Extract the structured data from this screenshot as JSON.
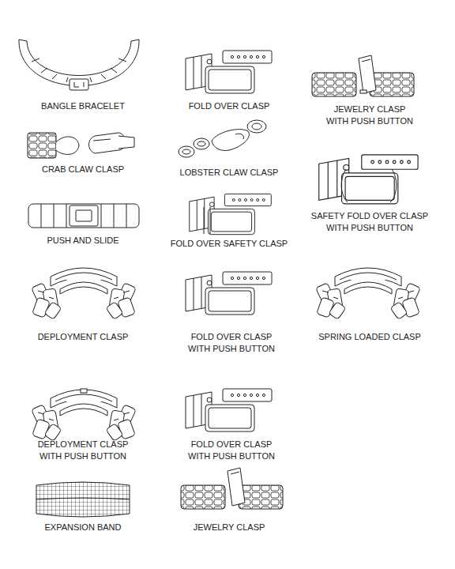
{
  "diagram": {
    "labels": [
      "BANGLE BRACELET",
      "FOLD OVER CLASP",
      "JEWELRY CLASP WITH PUSH BUTTON",
      "CRAB CLAW CLASP",
      "LOBSTER CLAW CLASP",
      "SAFETY FOLD OVER CLASP WITH PUSH BUTTON",
      "PUSH AND SLIDE",
      "FOLD OVER SAFETY CLASP",
      "DEPLOYMENT CLASP",
      "FOLD OVER CLASP WITH PUSH BUTTON",
      "SPRING LOADED CLASP",
      "DEPLOYMENT CLASP WITH PUSH BUTTON",
      "FOLD OVER CLASP WITH PUSH BUTTON",
      "EXPANSION BAND",
      "JEWELRY CLASP"
    ]
  }
}
